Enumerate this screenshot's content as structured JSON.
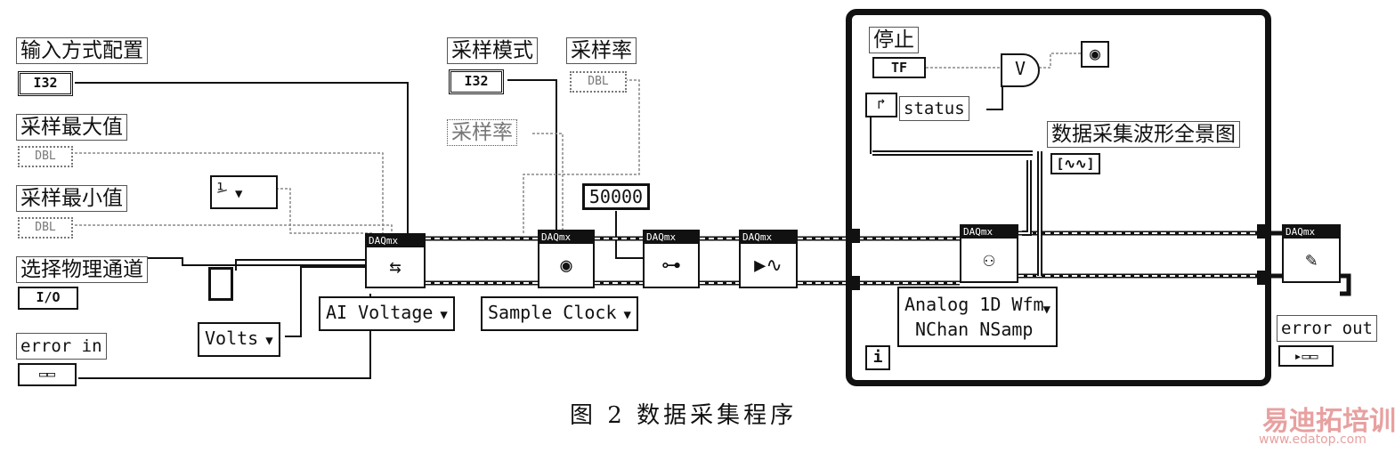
{
  "labels": {
    "input_mode": "输入方式配置",
    "sample_max": "采样最大值",
    "sample_min": "采样最小值",
    "physical_channel": "选择物理通道",
    "error_in": "error in",
    "sample_mode": "采样模式",
    "sample_rate": "采样率",
    "sample_rate_local": "采样率",
    "stop": "停止",
    "status": "status",
    "waveform_graph": "数据采集波形全景图",
    "error_out": "error out"
  },
  "terminals": {
    "i32": "I32",
    "dbl": "DBL",
    "io": "I/O",
    "tf": "TF",
    "graph_icon": "[∿∿]"
  },
  "constants": {
    "rate_value": "50000"
  },
  "rings": {
    "units": "Volts",
    "measurement": "AI Voltage",
    "timing": "Sample Clock",
    "read_line1": "Analog 1D Wfm",
    "read_line2": "NChan NSamp"
  },
  "vi_header": "DAQmx",
  "or_gate": "V",
  "iteration": "i",
  "caption": "图 2   数据采集程序",
  "watermark": {
    "brand": "易迪拓培训",
    "url": "www.edatop.com"
  },
  "icons": {
    "create_channel": "channel-icon",
    "timing": "clock-icon",
    "trigger": "trigger-icon",
    "start": "play-icon",
    "read": "glasses-icon",
    "clear": "eraser-icon",
    "stop_indicator": "stop-button-icon"
  }
}
